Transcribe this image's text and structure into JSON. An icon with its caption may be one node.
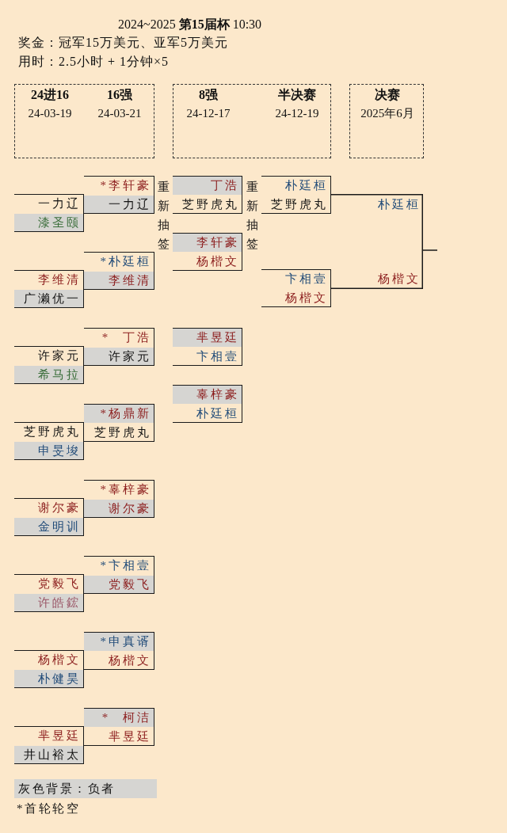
{
  "diagram": {
    "title": "2024~2025 **第15届杯** 10:30",
    "nodes": [
      {
        "text": [
          "24进16",
          "24-03-19",
          "16强",
          "24-03-21"
        ]
      },
      {
        "text": [
          "8强",
          "24-12-17",
          "半决赛",
          "24-12-19"
        ]
      },
      {
        "text": [
          "决赛",
          "2025年6月"
        ]
      },
      {
        "text": [],
        "shape": "bracket"
      },
      {
        "text": [
          "一力辽"
        ],
        "in": 3
      },
      {
        "text": [
          "漆圣颐"
        ],
        "in": 3
      },
      {
        "text": [],
        "shape": "bracket"
      },
      {
        "text": [
          "李维清"
        ],
        "in": 6
      },
      {
        "text": [
          "广濑优一"
        ],
        "in": 6
      },
      {
        "text": [],
        "shape": "bracket"
      },
      {
        "text": [
          "许家元"
        ],
        "in": 9
      },
      {
        "text": [
          "希马拉"
        ],
        "in": 9
      },
      {
        "text": [],
        "shape": "bracket"
      },
      {
        "text": [
          "芝野虎丸"
        ],
        "in": 12
      },
      {
        "text": [
          "申旻埈"
        ],
        "in": 12
      },
      {
        "text": [],
        "shape": "bracket"
      },
      {
        "text": [
          "谢尔豪"
        ],
        "in": 15
      },
      {
        "text": [
          "金明训"
        ],
        "in": 15
      },
      {
        "text": [],
        "shape": "bracket"
      },
      {
        "text": [
          "党毅飞"
        ],
        "in": 18
      },
      {
        "text": [
          "许皓鋐"
        ],
        "in": 18
      },
      {
        "text": [],
        "shape": "bracket"
      },
      {
        "text": [
          "杨楷文"
        ],
        "in": 21
      },
      {
        "text": [
          "朴健昊"
        ],
        "in": 21
      },
      {
        "text": [],
        "shape": "bracket"
      },
      {
        "text": [
          "芈昱廷"
        ],
        "in": 24
      },
      {
        "text": [
          "井山裕太"
        ],
        "in": 24
      },
      {
        "text": [],
        "shape": "bracket"
      },
      {
        "text": [
          "*李轩豪"
        ],
        "in": 27
      },
      {
        "text": [
          "一力辽"
        ],
        "in": 27
      },
      {
        "text": [],
        "shape": "bracket"
      },
      {
        "text": [
          "*朴廷桓"
        ],
        "in": 30
      },
      {
        "text": [
          "李维清"
        ],
        "in": 30
      },
      {
        "text": [],
        "shape": "bracket"
      },
      {
        "text": [
          "* 丁浩"
        ],
        "in": 33
      },
      {
        "text": [
          "许家元"
        ],
        "in": 33
      },
      {
        "text": [],
        "shape": "bracket"
      },
      {
        "text": [
          "*杨鼎新"
        ],
        "in": 36
      },
      {
        "text": [
          "芝野虎丸"
        ],
        "in": 36
      },
      {
        "text": [],
        "shape": "bracket"
      },
      {
        "text": [
          "*辜梓豪"
        ],
        "in": 39
      },
      {
        "text": [
          "谢尔豪"
        ],
        "in": 39
      },
      {
        "text": [],
        "shape": "bracket"
      },
      {
        "text": [
          "*卞相壹"
        ],
        "in": 42
      },
      {
        "text": [
          "党毅飞"
        ],
        "in": 42
      },
      {
        "text": [],
        "shape": "bracket"
      },
      {
        "text": [
          "*申真谞"
        ],
        "in": 45
      },
      {
        "text": [
          "杨楷文"
        ],
        "in": 45
      },
      {
        "text": [],
        "shape": "bracket"
      },
      {
        "text": [
          "* 柯洁"
        ],
        "in": 48
      },
      {
        "text": [
          "芈昱廷"
        ],
        "in": 48
      },
      {
        "text": [],
        "shape": "bracket"
      },
      {
        "text": [
          "丁浩"
        ],
        "in": 51
      },
      {
        "text": [
          "芝野虎丸"
        ],
        "in": 51
      },
      {
        "text": [],
        "shape": "bracket"
      },
      {
        "text": [
          "李轩豪"
        ],
        "in": 54
      },
      {
        "text": [
          "杨楷文"
        ],
        "in": 54
      },
      {
        "text": [],
        "shape": "bracket"
      },
      {
        "text": [
          "芈昱廷"
        ],
        "in": 57
      },
      {
        "text": [
          "卞相壹"
        ],
        "in": 57
      },
      {
        "text": [],
        "shape": "bracket"
      },
      {
        "text": [
          "辜梓豪"
        ],
        "in": 60
      },
      {
        "text": [
          "朴廷桓"
        ],
        "in": 60
      },
      {
        "text": [],
        "shape": "bracket"
      },
      {
        "text": [
          "朴廷桓"
        ],
        "in": 63
      },
      {
        "text": [
          "芝野虎丸"
        ],
        "in": 63
      },
      {
        "text": [],
        "shape": "bracket"
      },
      {
        "text": [
          "卞相壹"
        ],
        "in": 66
      },
      {
        "text": [
          "杨楷文"
        ],
        "in": 66
      },
      {
        "text": [],
        "shape": "bracket"
      },
      {
        "text": [
          "朴廷桓"
        ],
        "in": 69
      },
      {
        "text": [
          "杨楷文"
        ],
        "in": 69
      }
    ],
    "labels": [
      "奖金：冠军15万美元、亚军5万美元",
      "用时：2.5小时 + 1分钟×5",
      "重新抽签",
      "重新抽签",
      "*首轮轮空"
    ],
    "legend": [
      {
        "text": "灰色背景：负者",
        "color": "#d6d5d2"
      }
    ]
  }
}
